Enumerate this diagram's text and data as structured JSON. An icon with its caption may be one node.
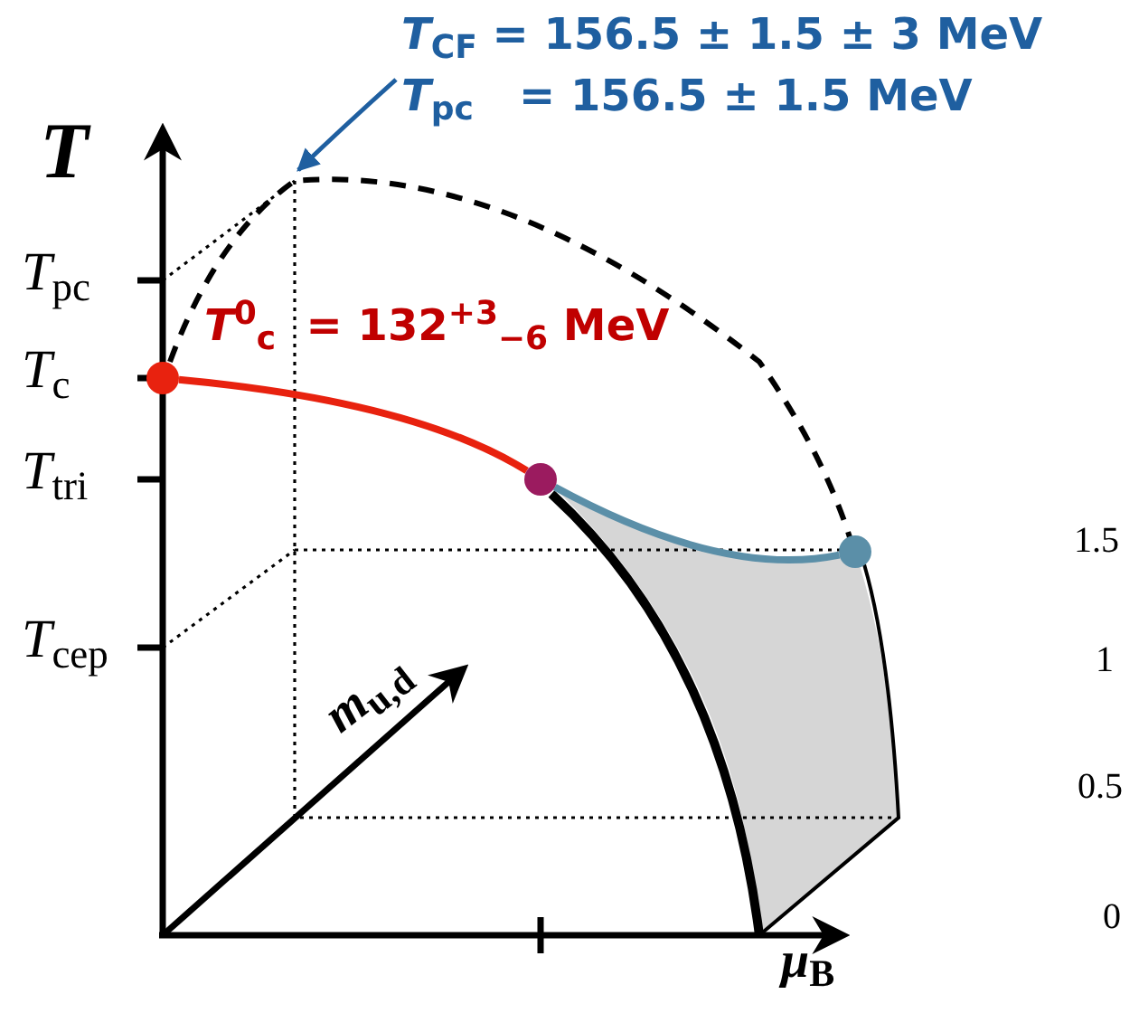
{
  "diagram": {
    "nodes": [
      {
        "text": [
          "*T*$_{CF}$ = 156.5 ± 1.5 ± 3 MeV",
          "*T*$_{pc}$   = 156.5 ± 1.5 MeV"
        ]
      },
      {
        "text": [],
        "shape": "circle"
      },
      {
        "text": [],
        "shape": "circle"
      },
      {
        "text": [],
        "shape": "circle"
      }
    ],
    "edges": [
      {
        "from": 0,
        "to": null,
        "arrow": "to",
        "color": "#1f5fa0"
      },
      {
        "from": 1,
        "to": 2,
        "arrow": "none",
        "color": "#e8220f"
      },
      {
        "from": 2,
        "to": 3,
        "arrow": "none",
        "color": "#5b8fa8"
      }
    ],
    "labels": [
      "*T*",
      "*T*$_{pc}$",
      "*T*$_{c}$",
      "*T*$_{tri}$",
      "*T*$_{cep}$",
      "*T*$^{0}$$_{c}$  = 132$^{+3}$$_{−6}$ MeV",
      "*m*$_{u,d}$",
      "*μ*$_{B}$",
      "1.5",
      "1",
      "0.5",
      "0"
    ]
  }
}
